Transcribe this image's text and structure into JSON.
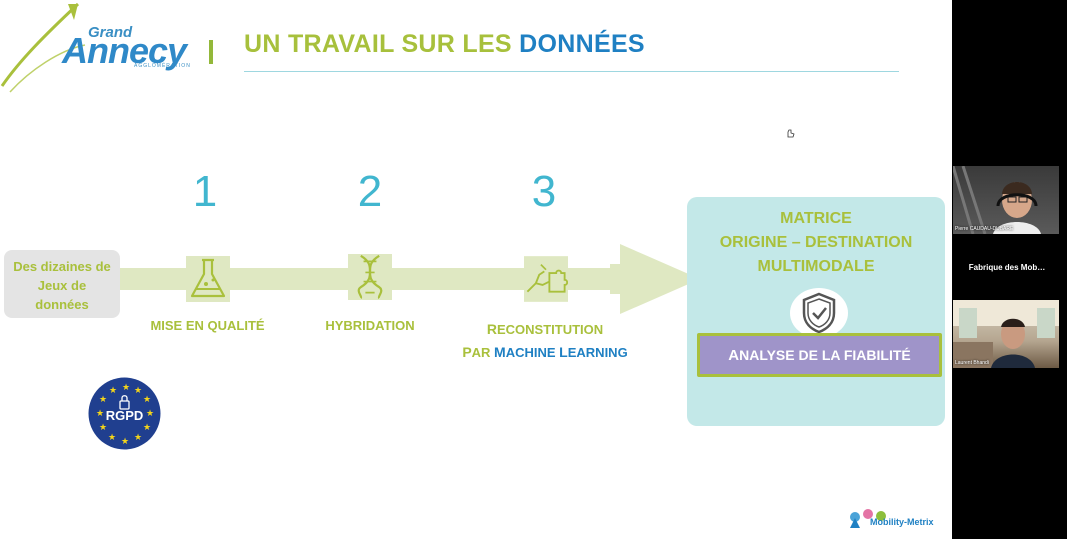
{
  "header": {
    "logo_grand": "Grand",
    "logo_annecy": "Annecy",
    "logo_agglo": "AGGLOMÉRATION",
    "title_part1": "UN TRAVAIL SUR LES ",
    "title_highlight": "DONNÉES"
  },
  "steps": [
    {
      "number": "1",
      "label": "MISE EN QUALITÉ",
      "icon": "flask-icon"
    },
    {
      "number": "2",
      "label": "HYBRIDATION",
      "icon": "dna-icon"
    },
    {
      "number": "3",
      "label_line1_cap": "R",
      "label_line1_rest": "ECONSTITUTION",
      "label_line2_cap": "P",
      "label_line2_rest": "AR ",
      "label_line2_blue_cap1": "M",
      "label_line2_blue_rest1": "ACHINE ",
      "label_line2_blue_cap2": "L",
      "label_line2_blue_rest2": "EARNING",
      "icon": "hand-puzzle-icon"
    }
  ],
  "source_box": {
    "line1": "Des dizaines de",
    "line2": "Jeux de",
    "line3": "données"
  },
  "matrix": {
    "line1": "MATRICE",
    "line2": "ORIGINE – DESTINATION",
    "line3": "MULTIMODALE",
    "reliability_cap": "A",
    "reliability_rest": "NALYSE DE LA FIABILITÉ",
    "icon": "shield-check-icon"
  },
  "rgpd_label": "RGPD",
  "footer_logo": "Mobility-Metrix",
  "participants": {
    "tile1_name": "Pierre CAUDAU-DUBARE",
    "middle_label": "Fabrique des Mob…",
    "tile2_name": "Laurent Bhandi"
  },
  "colors": {
    "green": "#a9c03c",
    "blue": "#1f80c3",
    "teal": "#41b6cf",
    "matrix_bg": "#c3e8e8",
    "reliability_bg": "#9f94c9"
  }
}
